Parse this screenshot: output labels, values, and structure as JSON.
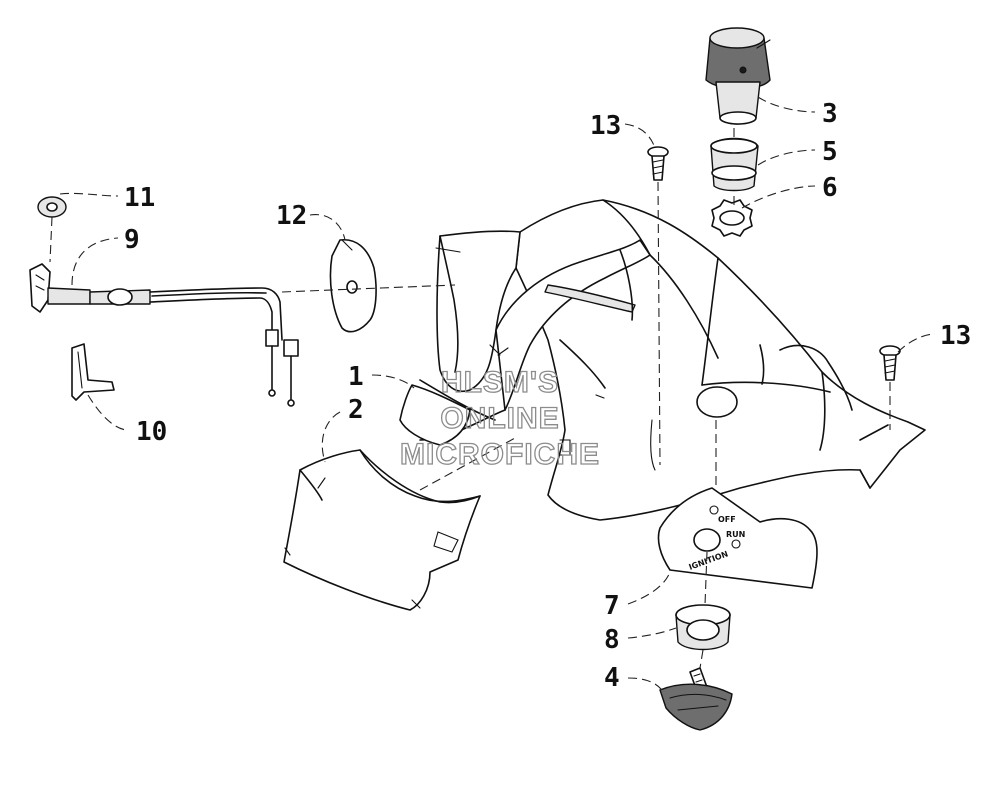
{
  "diagram": {
    "callouts": [
      {
        "id": "c1",
        "label": "1"
      },
      {
        "id": "c2",
        "label": "2"
      },
      {
        "id": "c3",
        "label": "3"
      },
      {
        "id": "c4",
        "label": "4"
      },
      {
        "id": "c5",
        "label": "5"
      },
      {
        "id": "c6",
        "label": "6"
      },
      {
        "id": "c7",
        "label": "7"
      },
      {
        "id": "c8",
        "label": "8"
      },
      {
        "id": "c9",
        "label": "9"
      },
      {
        "id": "c10",
        "label": "10"
      },
      {
        "id": "c11",
        "label": "11"
      },
      {
        "id": "c12",
        "label": "12"
      },
      {
        "id": "c13a",
        "label": "13"
      },
      {
        "id": "c13b",
        "label": "13"
      }
    ],
    "ignition_plate": {
      "off": "OFF",
      "run": "RUN",
      "ignition": "IGNITION"
    }
  },
  "watermark": {
    "line1": "HLSM'S",
    "line2": "ONLINE",
    "line3": "MICROFICHE"
  }
}
